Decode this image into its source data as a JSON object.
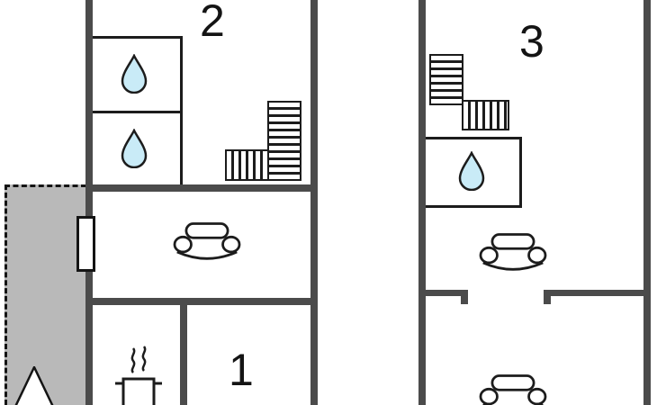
{
  "units": {
    "left": {
      "label_room_2": "2",
      "label_room_1": "1",
      "features": [
        "bathroom-upper",
        "bathroom-lower",
        "staircase",
        "living-room-sofa",
        "kitchen-pot",
        "terrace",
        "door",
        "parasol"
      ]
    },
    "right": {
      "label_room_3": "3",
      "features": [
        "staircase",
        "bathroom",
        "sofa-upper",
        "sofa-lower",
        "door-opening"
      ]
    }
  },
  "icons": {
    "water_drop": "water-drop",
    "stairs": "stairs",
    "sofa": "sofa",
    "cooking_pot": "cooking-pot",
    "door": "door",
    "parasol": "parasol"
  },
  "colors": {
    "wall": "#4b4b4b",
    "line": "#1c1c1c",
    "terrace_fill": "#b9b9b9",
    "drop_fill": "#c9ebf7",
    "background": "#ffffff",
    "label": "#141414"
  }
}
